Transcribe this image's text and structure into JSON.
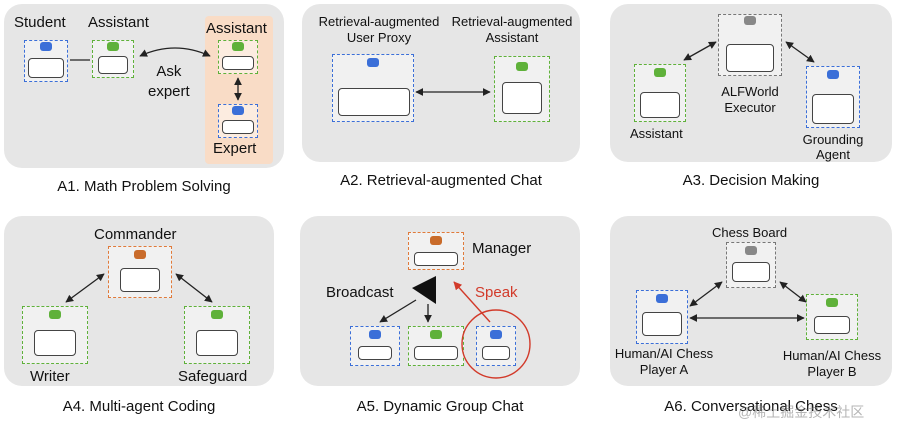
{
  "panels": {
    "a1": {
      "caption": "A1. Math Problem Solving",
      "student": "Student",
      "assistant": "Assistant",
      "ask_expert": "Ask\nexpert",
      "expert_assistant": "Assistant",
      "expert": "Expert"
    },
    "a2": {
      "caption": "A2. Retrieval-augmented Chat",
      "user_proxy": "Retrieval-augmented\nUser Proxy",
      "assistant": "Retrieval-augmented\nAssistant"
    },
    "a3": {
      "caption": "A3. Decision Making",
      "assistant": "Assistant",
      "executor": "ALFWorld\nExecutor",
      "grounding": "Grounding\nAgent"
    },
    "a4": {
      "caption": "A4. Multi-agent Coding",
      "commander": "Commander",
      "writer": "Writer",
      "safeguard": "Safeguard"
    },
    "a5": {
      "caption": "A5. Dynamic Group Chat",
      "manager": "Manager",
      "broadcast": "Broadcast",
      "speak": "Speak"
    },
    "a6": {
      "caption": "A6. Conversational Chess",
      "board": "Chess Board",
      "player_a": "Human/AI Chess\nPlayer A",
      "player_b": "Human/AI Chess\nPlayer B"
    }
  },
  "watermark": "@稀土掘金技术社区",
  "colors": {
    "panel_bg": "#e6e6e6",
    "blue": "#3b6fd8",
    "green": "#5fb13a",
    "orange_bg": "#f9dcc6",
    "red": "#d23a2a"
  }
}
